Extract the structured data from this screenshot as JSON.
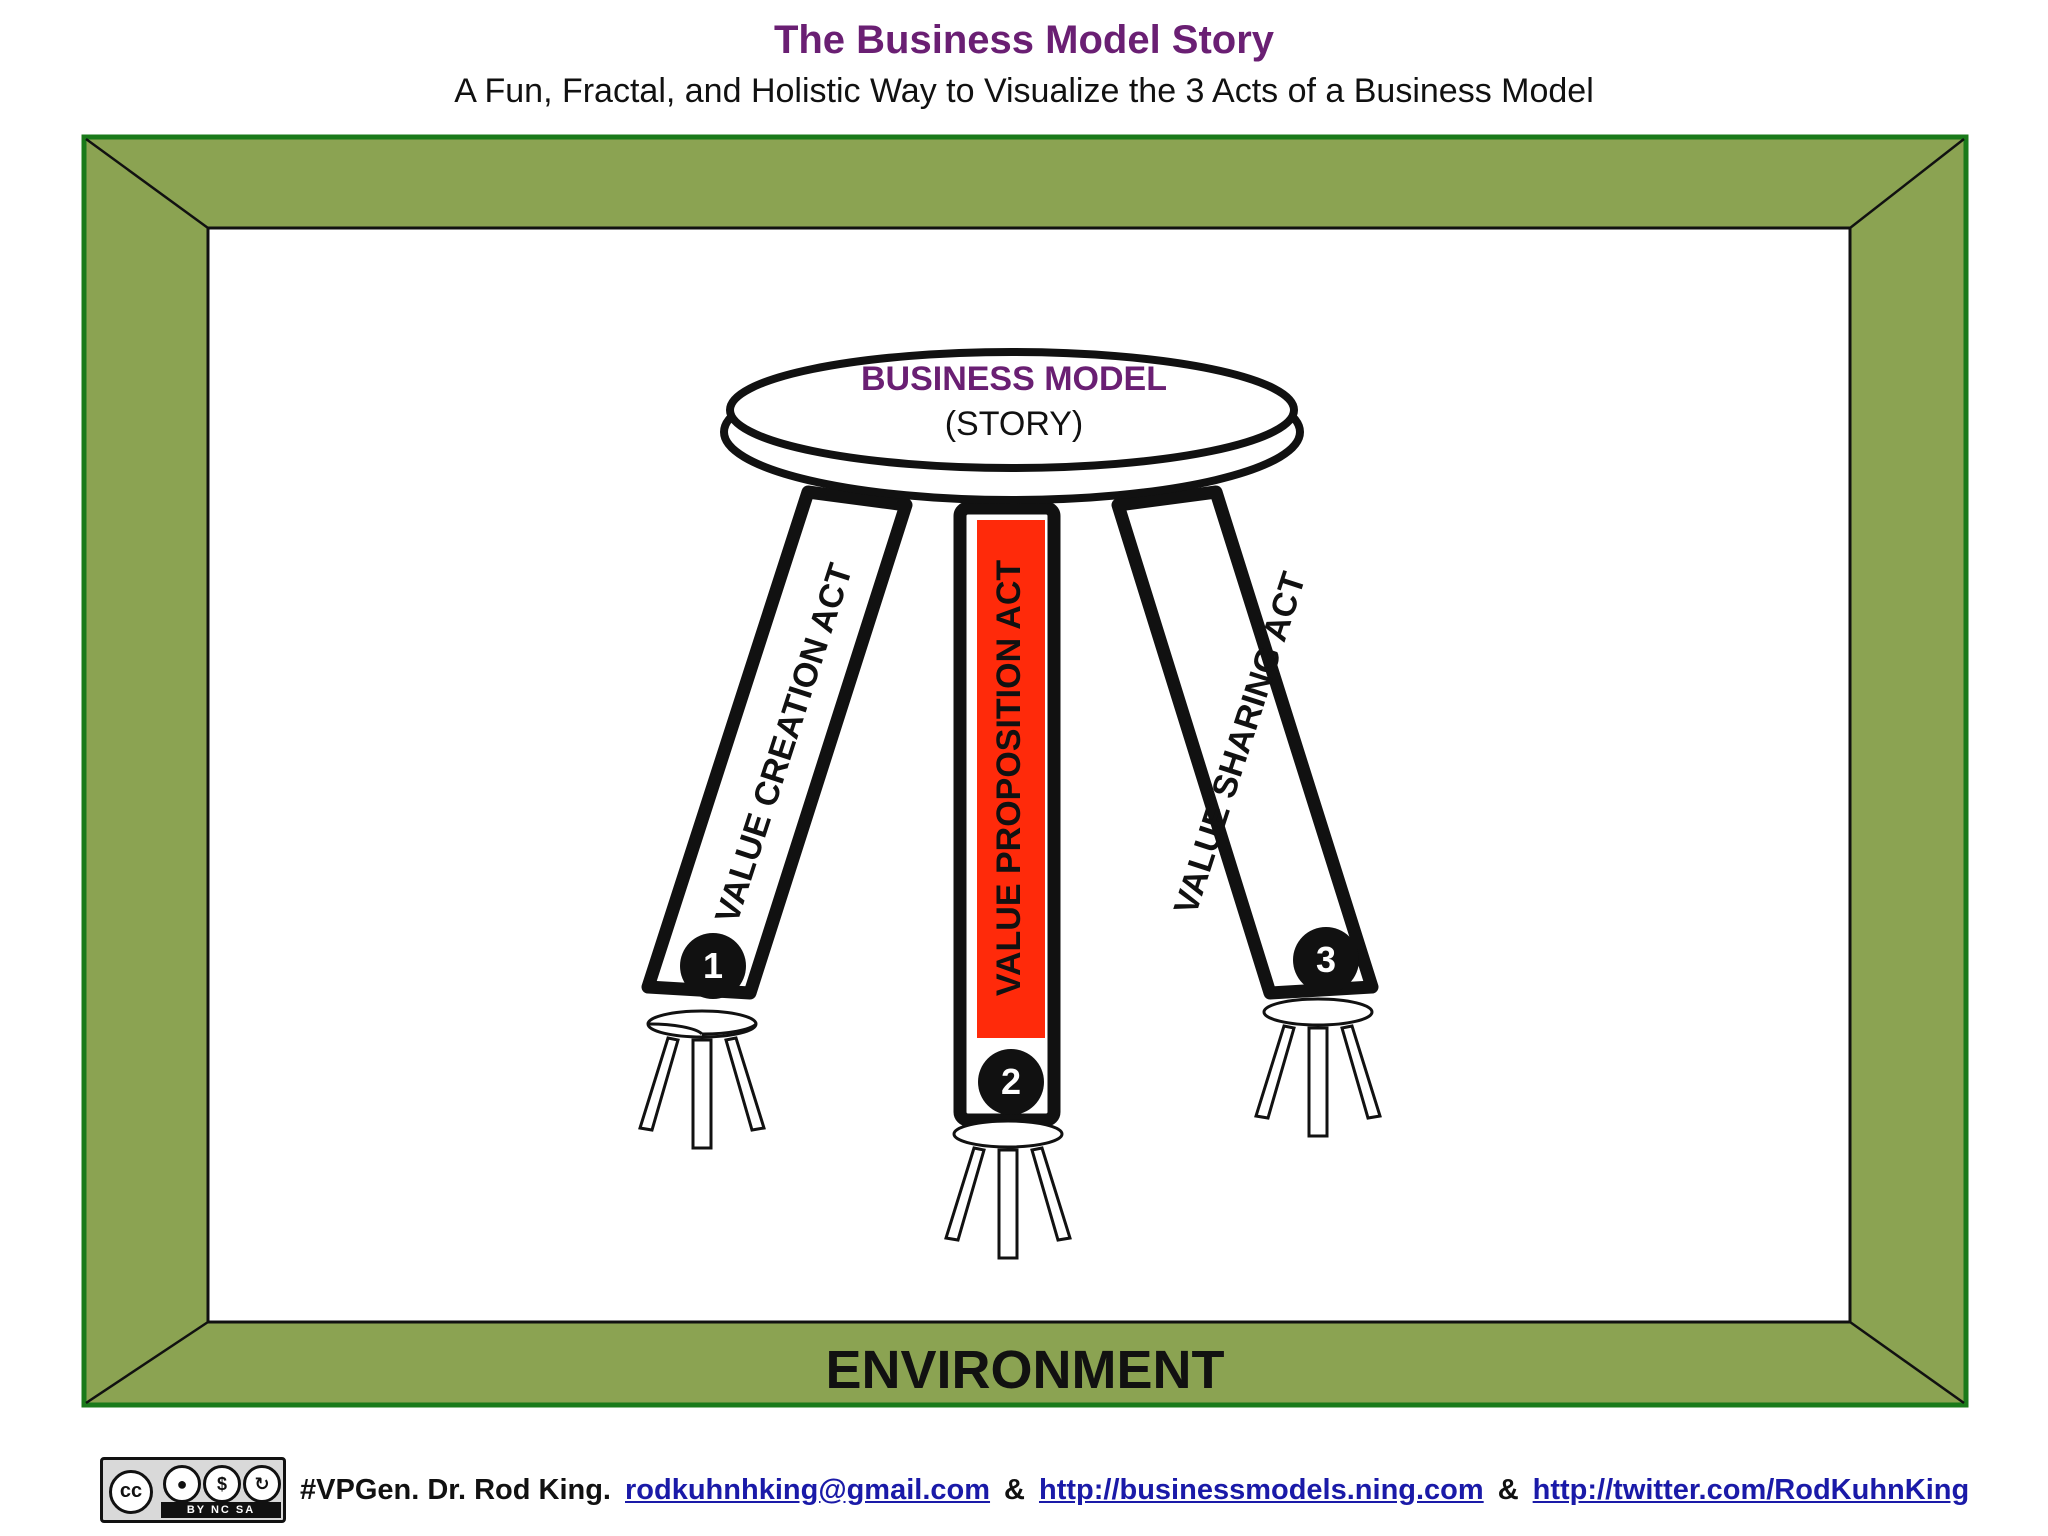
{
  "header": {
    "title": "The Business Model Story",
    "subtitle": "A Fun, Fractal, and Holistic Way to Visualize the 3 Acts of a Business Model"
  },
  "frame": {
    "label": "ENVIRONMENT",
    "border_color": "#8ba352",
    "edge_color": "#1a7a1a"
  },
  "stool": {
    "seat_title": "BUSINESS MODEL",
    "seat_subtitle": "(STORY)",
    "title_color": "#6a1f73",
    "legs": [
      {
        "label": "VALUE CREATION ACT",
        "number": "1"
      },
      {
        "label": "VALUE PROPOSITION ACT",
        "number": "2",
        "highlight_color": "#ff2a0a"
      },
      {
        "label": "VALUE SHARING ACT",
        "number": "3"
      }
    ]
  },
  "footer": {
    "license_badge": {
      "icons": [
        "cc-icon",
        "by-icon",
        "nc-icon",
        "sa-icon"
      ],
      "caption": "BY NC SA"
    },
    "credit": "#VPGen. Dr. Rod King.",
    "email": "rodkuhnhking@gmail.com",
    "sep1": "&",
    "link1": "http://businessmodels.ning.com",
    "sep2": "&",
    "link2": "http://twitter.com/RodKuhnKing"
  }
}
